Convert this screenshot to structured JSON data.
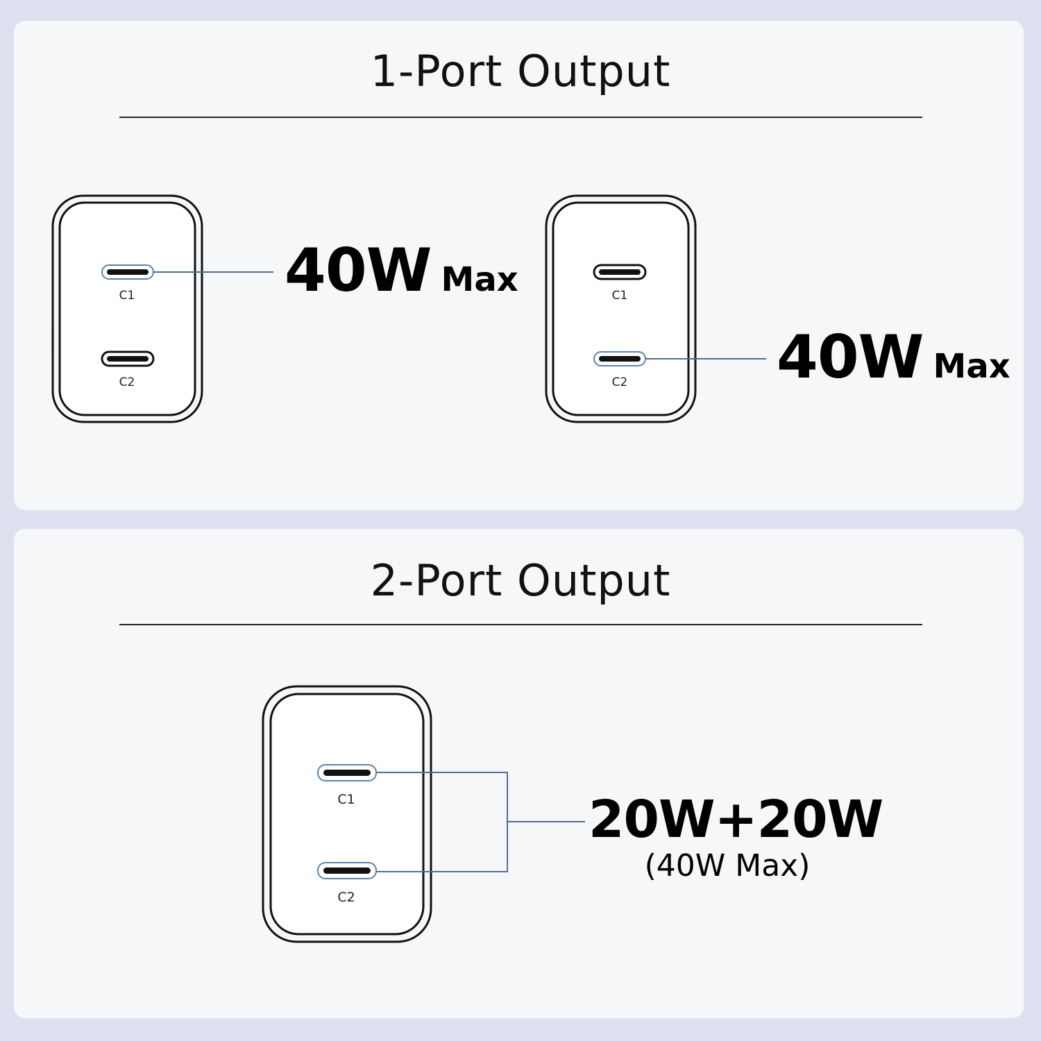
{
  "sections": [
    {
      "title": "1-Port Output",
      "chargers": [
        {
          "ports": [
            "C1",
            "C2"
          ],
          "active_port": "C1",
          "output": {
            "value": "40W",
            "suffix": "Max"
          }
        },
        {
          "ports": [
            "C1",
            "C2"
          ],
          "active_port": "C2",
          "output": {
            "value": "40W",
            "suffix": "Max"
          }
        }
      ]
    },
    {
      "title": "2-Port Output",
      "chargers": [
        {
          "ports": [
            "C1",
            "C2"
          ],
          "active_port": "both",
          "output": {
            "value": "20W+20W",
            "suffix": "(40W Max)"
          }
        }
      ]
    }
  ],
  "colors": {
    "background": "#dde1ef",
    "panel": "#f6f7f9",
    "outline": "#111111",
    "connector_line": "#4a6f96",
    "port_highlight": "#5a82ad"
  }
}
